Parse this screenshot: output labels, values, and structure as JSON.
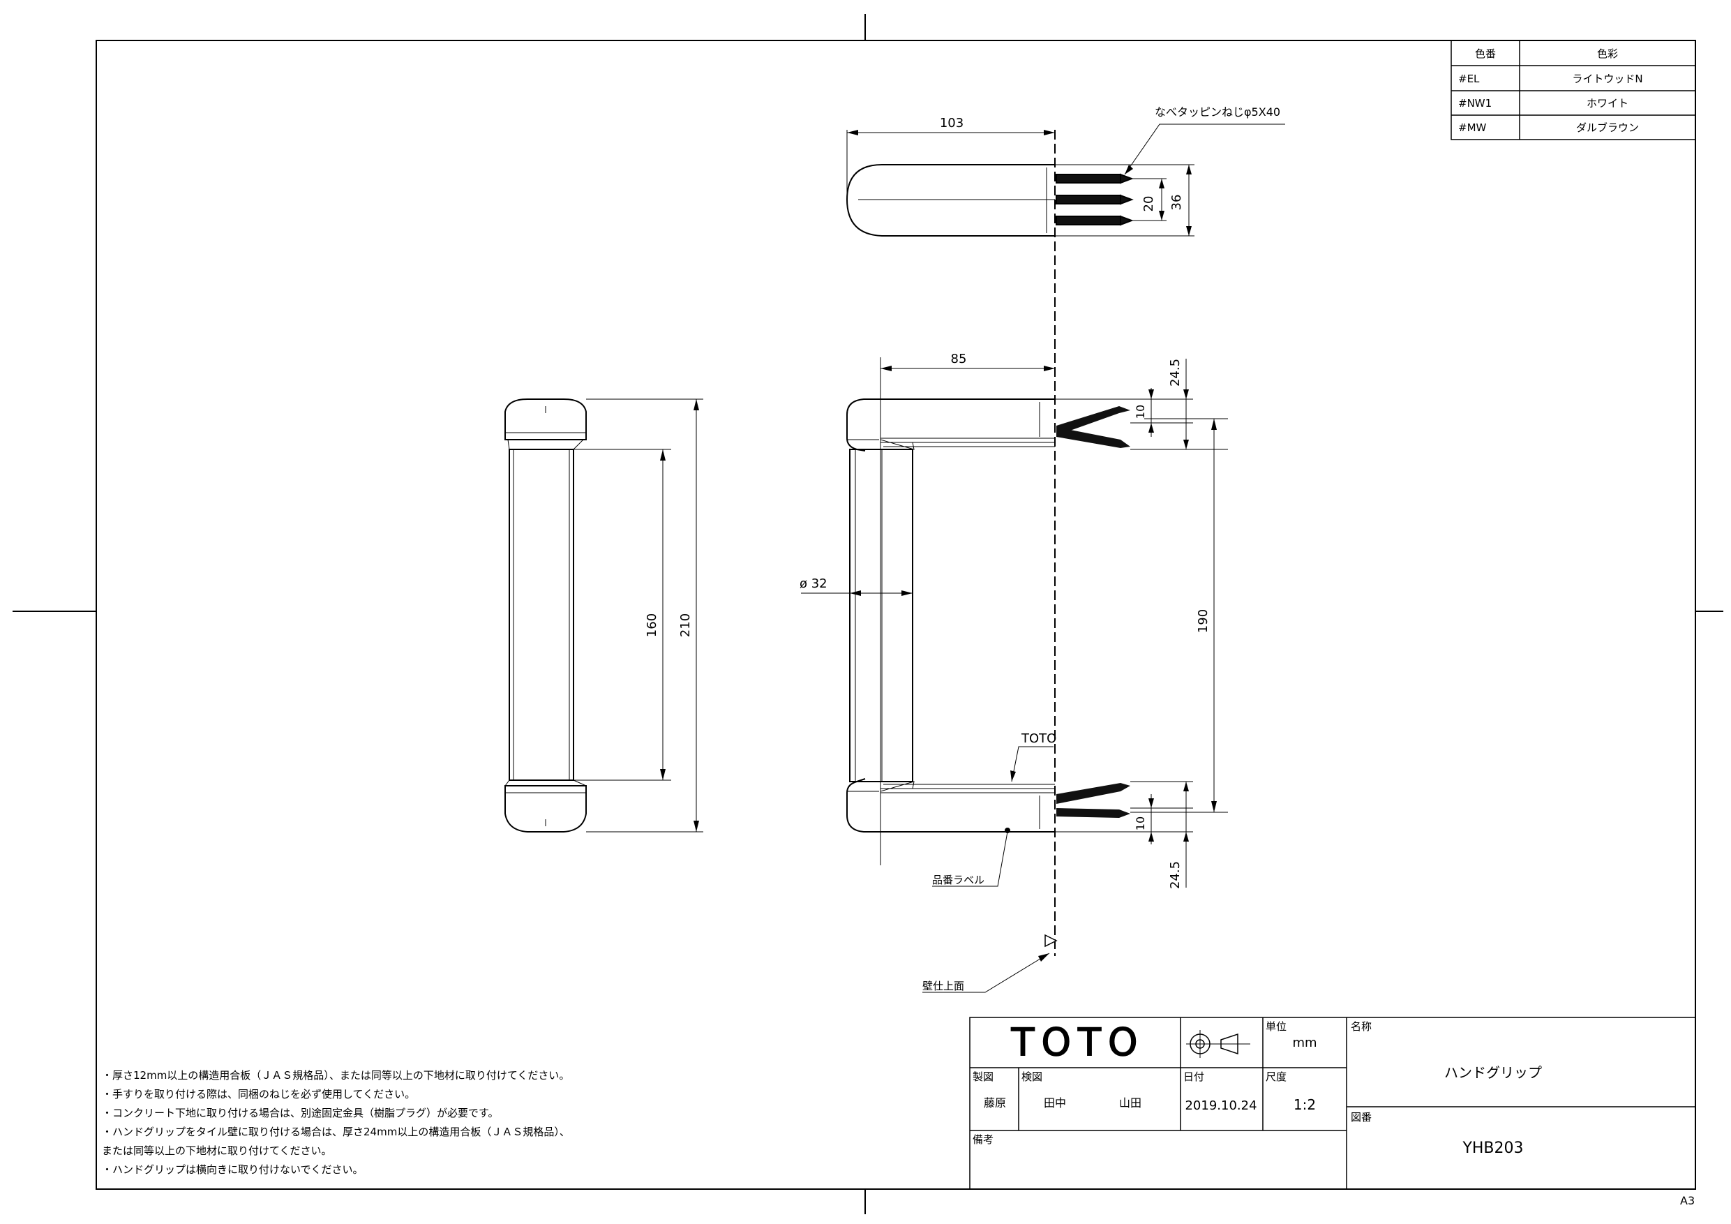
{
  "color_table": {
    "header": {
      "code": "色番",
      "color": "色彩"
    },
    "rows": [
      {
        "code": "#EL",
        "color": "ライトウッドN"
      },
      {
        "code": "#NW1",
        "color": "ホワイト"
      },
      {
        "code": "#MW",
        "color": "ダルブラウン"
      }
    ]
  },
  "dimensions": {
    "top_length": "103",
    "screw_label": "なべタッピンねじφ5X40",
    "screw_pitch": "20",
    "top_width": "36",
    "projection": "85",
    "edge_top": "24.5",
    "ten_top": "10",
    "diameter": "ø 32",
    "inner_length": "160",
    "overall_length": "210",
    "mount_pitch": "190",
    "ten_bottom": "10",
    "edge_bottom": "24.5"
  },
  "labels": {
    "brand_mark": "TOTO",
    "product_label": "品番ラベル",
    "wall_surface": "壁仕上面"
  },
  "notes": [
    "・厚さ12mm以上の構造用合板（ＪＡＳ規格品）、または同等以上の下地材に取り付けてください。",
    "・手すりを取り付ける際は、同梱のねじを必ず使用してください。",
    "・コンクリート下地に取り付ける場合は、別途固定金具（樹脂プラグ）が必要です。",
    "・ハンドグリップをタイル壁に取り付ける場合は、厚さ24mm以上の構造用合板（ＪＡＳ規格品）、",
    "または同等以上の下地材に取り付けてください。",
    "・ハンドグリップは横向きに取り付けないでください。"
  ],
  "title_block": {
    "logo": "TOTO",
    "unit_label": "単位",
    "unit_value": "mm",
    "name_label": "名称",
    "name_value": "ハンドグリップ",
    "drawn_label": "製図",
    "drawn_value": "藤原",
    "checked_label": "検図",
    "checked_value1": "田中",
    "checked_value2": "山田",
    "date_label": "日付",
    "date_value": "2019.10.24",
    "scale_label": "尺度",
    "scale_value": "1:2",
    "drawing_no_label": "図番",
    "drawing_no_value": "YHB203",
    "remarks_label": "備考"
  },
  "sheet_size": "A3"
}
